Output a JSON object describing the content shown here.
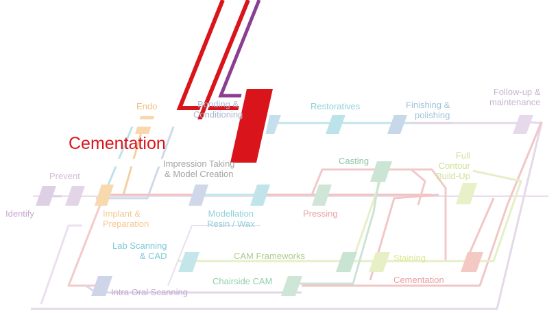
{
  "colors": {
    "red": "#d9141b",
    "purple": "#8a3f91",
    "pink": "#e8b3b3",
    "lavender": "#dccde3",
    "cyan": "#b8e1e8",
    "green": "#c9e2d2",
    "yellowgreen": "#e4eebf",
    "orange": "#f7d7a8",
    "steel": "#c9d3e6"
  },
  "labels": {
    "identify": "Identify",
    "prevent": "Prevent",
    "endo": "Endo",
    "bonding": "Bonding &\nConditioning",
    "restoratives": "Restoratives",
    "finishing": "Finishing &\npolishing",
    "followup": "Follow-up &\nmaintenance",
    "cementation_main": "Cementation",
    "impression": "Impression Taking\n& Model Creation",
    "casting": "Casting",
    "full_contour": "Full\nContour\nBuild-Up",
    "implant": "Implant &\nPreparation",
    "modellation": "Modellation\nResin / Wax",
    "pressing": "Pressing",
    "lab_scanning": "Lab Scanning\n& CAD",
    "cam_frameworks": "CAM Frameworks",
    "staining": "Staining",
    "cementation_small": "Cementation",
    "chairside": "Chairside CAM",
    "intraoral": "Intra Oral Scanning"
  }
}
